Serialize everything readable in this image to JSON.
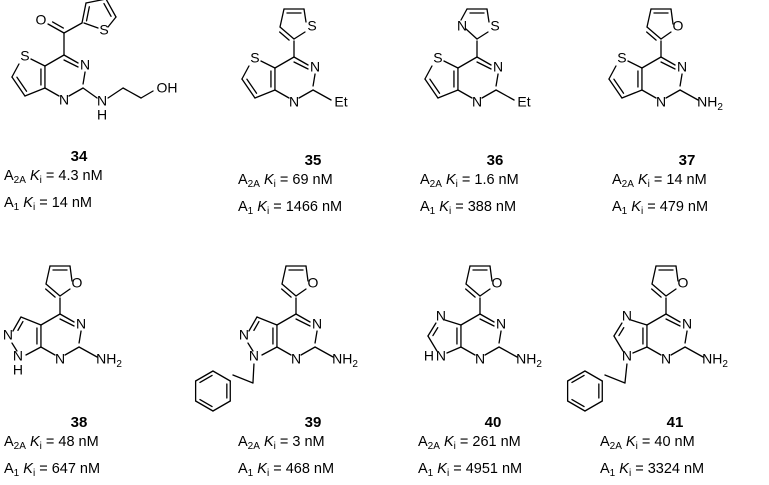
{
  "compounds": [
    {
      "id": "34",
      "a2a": "4.3 nM",
      "a1": "14 nM"
    },
    {
      "id": "35",
      "a2a": "69 nM",
      "a1": "1466 nM"
    },
    {
      "id": "36",
      "a2a": "1.6 nM",
      "a1": "388 nM"
    },
    {
      "id": "37",
      "a2a": "14 nM",
      "a1": "479 nM"
    },
    {
      "id": "38",
      "a2a": "48 nM",
      "a1": "647 nM"
    },
    {
      "id": "39",
      "a2a": "3 nM",
      "a1": "468 nM"
    },
    {
      "id": "40",
      "a2a": "261 nM",
      "a1": "4951 nM"
    },
    {
      "id": "41",
      "a2a": "40 nM",
      "a1": "3324 nM"
    }
  ],
  "labels": {
    "receptor_a": "A",
    "a2a_sub": "2A",
    "a1_sub": "1",
    "k": "K",
    "k_sub": "i",
    "equals": " = "
  },
  "atoms": {
    "S": "S",
    "N": "N",
    "O": "O",
    "H": "H",
    "OH": "OH",
    "Et": "Et",
    "NH": "NH",
    "two": "2"
  }
}
